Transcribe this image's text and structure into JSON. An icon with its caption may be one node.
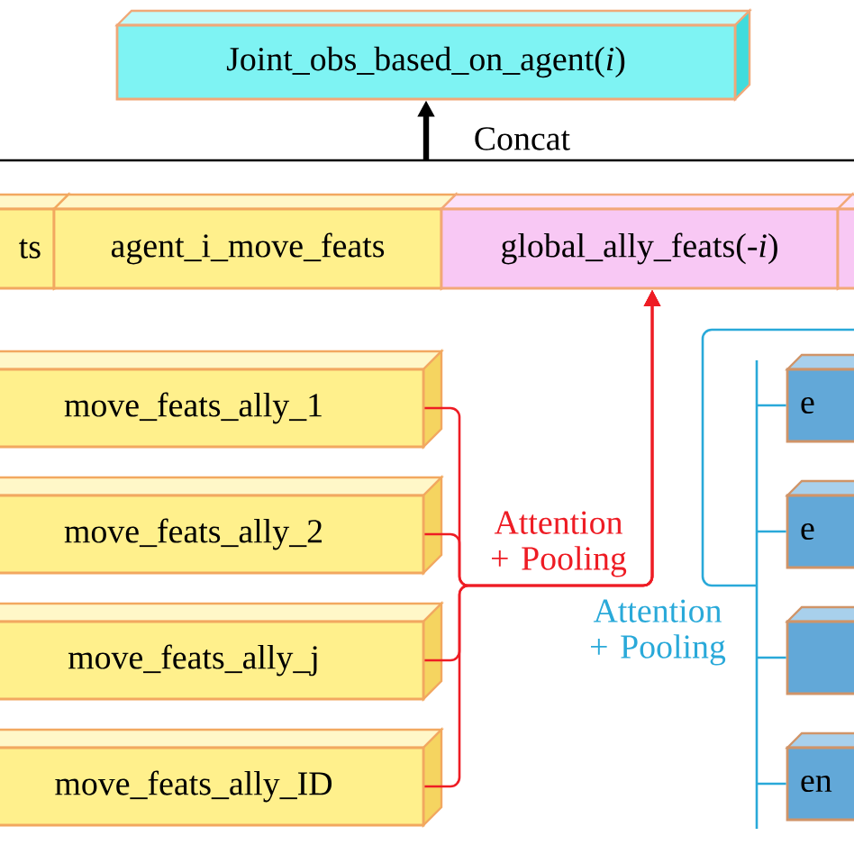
{
  "diagram": {
    "nodes": [
      {
        "text": [
          "Joint_obs_based_on_agent(*i*)"
        ]
      },
      {
        "text": [
          "ts"
        ]
      },
      {
        "text": [
          "agent_i_move_feats"
        ]
      },
      {
        "text": [
          "global_ally_feats(-*i*)"
        ]
      },
      {
        "text": [],
        "shape": "box"
      },
      {
        "text": [
          "move_feats_ally_1"
        ]
      },
      {
        "text": [
          "move_feats_ally_2"
        ]
      },
      {
        "text": [
          "move_feats_ally_j"
        ]
      },
      {
        "text": [
          "move_feats_ally_ID"
        ]
      },
      {
        "text": [
          "e"
        ]
      },
      {
        "text": [
          "e"
        ]
      },
      {
        "text": [],
        "shape": "box"
      },
      {
        "text": [
          "en"
        ]
      }
    ],
    "edges": [
      {
        "from": null,
        "to": 0,
        "arrow": "to",
        "label": "Concat",
        "style": "thick",
        "color": "#000000"
      },
      {
        "from": 5,
        "to": 3,
        "arrow": "to",
        "label": "Attention + Pooling",
        "color": "#ee1c24"
      },
      {
        "from": 6,
        "to": 3,
        "arrow": "to",
        "color": "#ee1c24"
      },
      {
        "from": 7,
        "to": 3,
        "arrow": "to",
        "color": "#ee1c24"
      },
      {
        "from": 8,
        "to": 3,
        "arrow": "to",
        "color": "#ee1c24"
      },
      {
        "from": 9,
        "to": null,
        "arrow": "none",
        "label": "Attention + Pooling",
        "color": "#29a9d9"
      },
      {
        "from": 10,
        "to": null,
        "arrow": "none",
        "color": "#29a9d9"
      },
      {
        "from": 11,
        "to": null,
        "arrow": "none",
        "color": "#29a9d9"
      },
      {
        "from": 12,
        "to": null,
        "arrow": "none",
        "color": "#29a9d9"
      }
    ]
  }
}
